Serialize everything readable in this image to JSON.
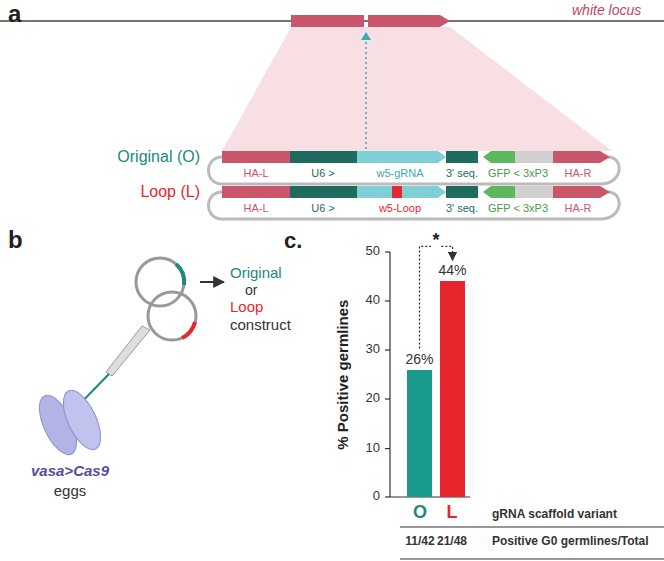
{
  "diagram": {
    "nodes": [
      {
        "text": [
          "26%"
        ]
      },
      {
        "text": [
          "44%"
        ]
      }
    ],
    "edges": [
      {
        "from": 0,
        "to": 1,
        "arrow": "to",
        "label": "*"
      }
    ],
    "labels": [
      "a",
      "white locus",
      "HA-L",
      "U6 >",
      "w5-gRNA",
      "3' seq.",
      "GFP < 3xP3",
      "HA-R",
      "HA-L",
      "U6 >",
      "w5-Loop",
      "3' seq.",
      "GFP < 3xP3",
      "HA-R",
      "Original (O)",
      "Loop (L)",
      "b",
      "Original",
      "or",
      "Loop",
      "construct",
      "vasa>Cas9",
      "eggs",
      "c.",
      "50",
      "40",
      "30",
      "20",
      "10",
      "0",
      "% Positive germlines",
      "O",
      "L",
      "gRNA scaffold variant",
      "11/42",
      "21/48",
      "Positive G0 germlines/Total"
    ]
  }
}
